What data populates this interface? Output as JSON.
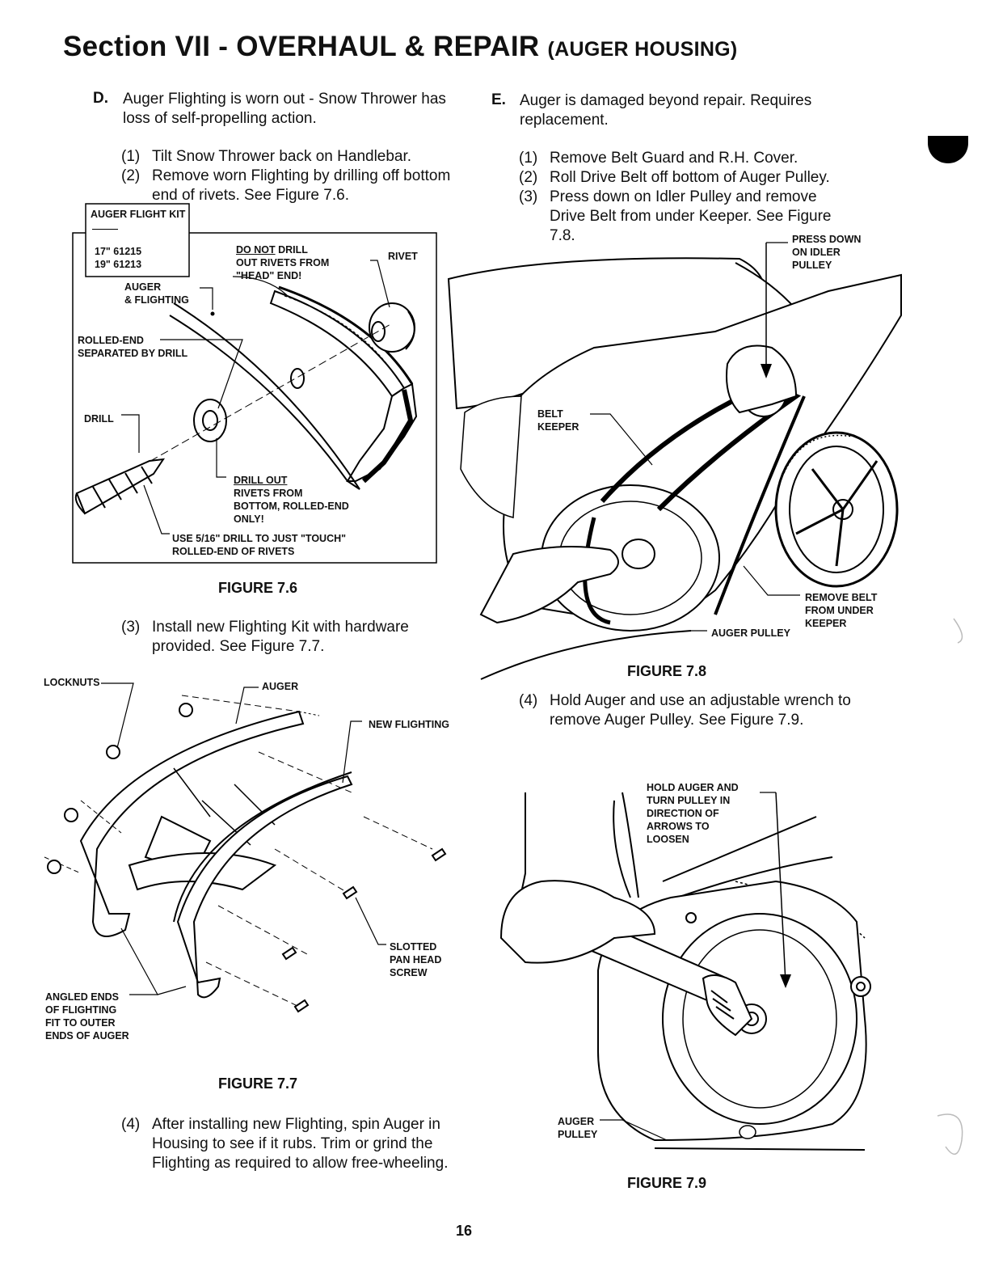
{
  "title": {
    "main": "Section VII - OVERHAUL & REPAIR",
    "sub": "(AUGER HOUSING)"
  },
  "section_d": {
    "letter": "D.",
    "heading": "Auger Flighting is worn out - Snow Thrower has loss of self-propelling action.",
    "step1": {
      "num": "(1)",
      "text": "Tilt Snow Thrower back on Handlebar."
    },
    "step2": {
      "num": "(2)",
      "text": "Remove worn Flighting by drilling off bottom end of rivets.  See Figure 7.6."
    },
    "step3": {
      "num": "(3)",
      "text": "Install new Flighting Kit with hardware provided.  See Figure 7.7."
    },
    "step4": {
      "num": "(4)",
      "text": "After installing new Flighting, spin Auger in Housing to see if it rubs.  Trim or grind the Flighting as required to allow free-wheeling."
    }
  },
  "section_e": {
    "letter": "E.",
    "heading": "Auger is damaged beyond repair.  Requires replacement.",
    "step1": {
      "num": "(1)",
      "text": "Remove Belt Guard and R.H. Cover."
    },
    "step2": {
      "num": "(2)",
      "text": "Roll Drive Belt off bottom of Auger Pulley."
    },
    "step3": {
      "num": "(3)",
      "text": "Press down on Idler Pulley and remove Drive Belt from under Keeper. See Figure 7.8."
    },
    "step4": {
      "num": "(4)",
      "text": "Hold Auger and use an adjustable wrench to remove Auger Pulley.  See Figure 7.9."
    }
  },
  "figure_7_6": {
    "caption": "FIGURE 7.6",
    "kit_title": "AUGER FLIGHT KIT",
    "kit_17": "17\" 61215",
    "kit_19": "19\" 61213",
    "do_not": "DO NOT",
    "do_not_rest": " DRILL",
    "do_not_line2": "OUT RIVETS FROM",
    "do_not_line3": "\"HEAD\" END!",
    "rivet": "RIVET",
    "auger_flighting_1": "AUGER",
    "auger_flighting_2": "& FLIGHTING",
    "rolled_end_1": "ROLLED-END",
    "rolled_end_2": "SEPARATED BY DRILL",
    "drill": "DRILL",
    "drill_out": "DRILL OUT",
    "drill_out_2": "RIVETS FROM",
    "drill_out_3": "BOTTOM, ROLLED-END",
    "drill_out_4": "ONLY!",
    "use_drill_1": "USE 5/16\" DRILL TO JUST \"TOUCH\"",
    "use_drill_2": "ROLLED-END OF RIVETS"
  },
  "figure_7_7": {
    "caption": "FIGURE 7.7",
    "locknuts": "LOCKNUTS",
    "auger": "AUGER",
    "new_flighting": "NEW FLIGHTING",
    "slotted_1": "SLOTTED",
    "slotted_2": "PAN HEAD",
    "slotted_3": "SCREW",
    "angled_1": "ANGLED ENDS",
    "angled_2": "OF FLIGHTING",
    "angled_3": "FIT TO OUTER",
    "angled_4": "ENDS OF AUGER"
  },
  "figure_7_8": {
    "caption": "FIGURE 7.8",
    "press_1": "PRESS DOWN",
    "press_2": "ON IDLER",
    "press_3": "PULLEY",
    "belt_1": "BELT",
    "belt_2": "KEEPER",
    "remove_1": "REMOVE BELT",
    "remove_2": "FROM UNDER",
    "remove_3": "KEEPER",
    "auger_pulley": "AUGER PULLEY"
  },
  "figure_7_9": {
    "caption": "FIGURE 7.9",
    "hold_1": "HOLD AUGER AND",
    "hold_2": "TURN PULLEY IN",
    "hold_3": "DIRECTION OF",
    "hold_4": "ARROWS TO",
    "hold_5": "LOOSEN",
    "auger_1": "AUGER",
    "auger_2": "PULLEY"
  },
  "page_number": "16"
}
